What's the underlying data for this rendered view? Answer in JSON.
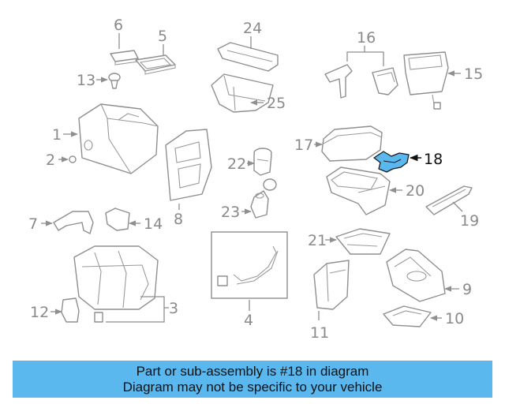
{
  "diagram": {
    "highlighted_part": "18",
    "highlight_color": "#5ab8ee",
    "callouts": [
      "1",
      "2",
      "3",
      "4",
      "5",
      "6",
      "7",
      "8",
      "9",
      "10",
      "11",
      "12",
      "13",
      "14",
      "15",
      "16",
      "17",
      "18",
      "19",
      "20",
      "21",
      "22",
      "23",
      "24",
      "25"
    ]
  },
  "banner": {
    "line1": "Part or sub-assembly is #18 in diagram",
    "line2": "Diagram may not be specific to your vehicle",
    "background": "#5ab8ee"
  }
}
